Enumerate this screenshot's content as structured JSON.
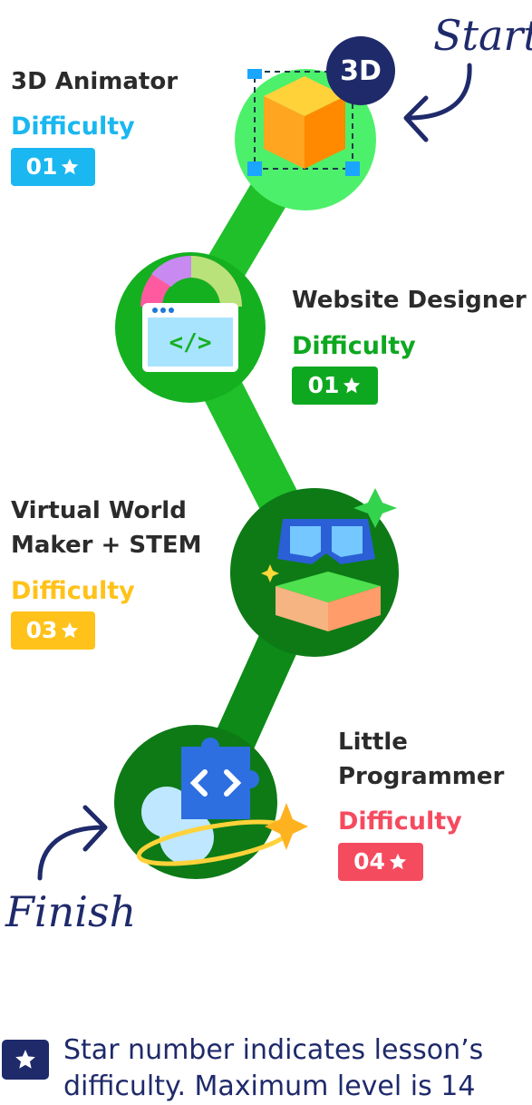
{
  "annotations": {
    "start": "Start",
    "finish": "Finish"
  },
  "courses": [
    {
      "title": "3D Animator",
      "difficulty_label": "Difficulty",
      "level": "01",
      "color": "#1ab7f0",
      "icon": "cube-3d-icon",
      "node_badge": "3D"
    },
    {
      "title": "Website Designer",
      "difficulty_label": "Difficulty",
      "level": "01",
      "color": "#0ea820",
      "icon": "code-window-icon"
    },
    {
      "title": "Virtual World\nMaker + STEM",
      "difficulty_label": "Difficulty",
      "level": "03",
      "color": "#ffc21a",
      "icon": "vr-goggles-icon"
    },
    {
      "title": "Little\nProgrammer",
      "difficulty_label": "Difficulty",
      "level": "04",
      "color": "#f54b5f",
      "icon": "puzzle-code-icon"
    }
  ],
  "legend": {
    "icon": "star-icon",
    "text": "Star number indicates lesson’s difficulty. Maximum level is 14"
  }
}
